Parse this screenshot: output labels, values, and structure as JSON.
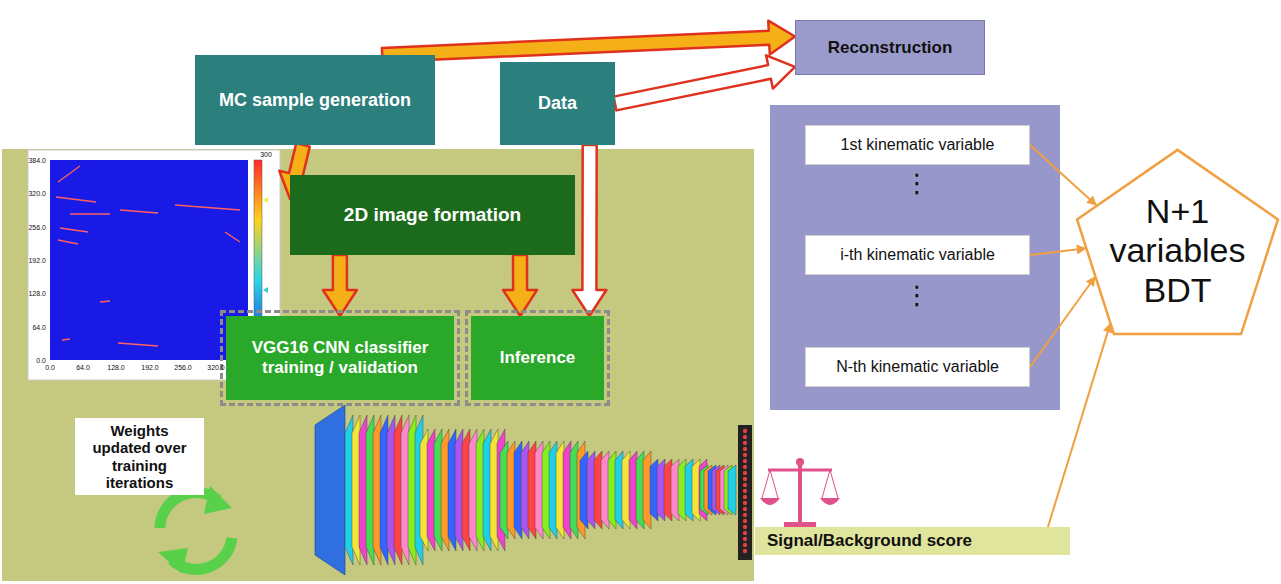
{
  "diagram": {
    "nodes": [
      {
        "text": [
          "MC sample generation"
        ]
      },
      {
        "text": [
          "Data"
        ]
      },
      {
        "text": [
          "Reconstruction"
        ]
      },
      {
        "text": [
          "2D image formation"
        ]
      },
      {
        "text": [
          "VGG16 CNN classifier training / validation"
        ]
      },
      {
        "text": [
          "Inference"
        ]
      },
      {
        "text": [
          "Weights updated over training iterations"
        ]
      },
      {
        "text": [
          "1st kinematic variable"
        ]
      },
      {
        "text": [
          "i-th kinematic variable"
        ]
      },
      {
        "text": [
          "N-th kinematic variable"
        ]
      },
      {
        "text": [
          "N+1 variables BDT"
        ]
      },
      {
        "text": [
          "Signal/Background score"
        ]
      }
    ],
    "edges": [
      {
        "from": 0,
        "to": 2,
        "arrow": "to"
      },
      {
        "from": 1,
        "to": 2,
        "arrow": "to"
      },
      {
        "from": 0,
        "to": 3,
        "arrow": "to"
      },
      {
        "from": 1,
        "to": 5,
        "arrow": "to"
      },
      {
        "from": 3,
        "to": 4,
        "arrow": "to"
      },
      {
        "from": 3,
        "to": 5,
        "arrow": "to"
      },
      {
        "from": 7,
        "to": 10,
        "arrow": "to"
      },
      {
        "from": 8,
        "to": 10,
        "arrow": "to"
      },
      {
        "from": 9,
        "to": 10,
        "arrow": "to"
      },
      {
        "from": 11,
        "to": 10,
        "arrow": "to"
      }
    ],
    "labels": [
      "⋮",
      "⋮",
      "384.0",
      "320.0",
      "256.0",
      "192.0",
      "128.0",
      "64.0",
      "0.0",
      "0.0",
      "64.0",
      "128.0",
      "192.0",
      "256.0",
      "320.0",
      "300"
    ]
  }
}
